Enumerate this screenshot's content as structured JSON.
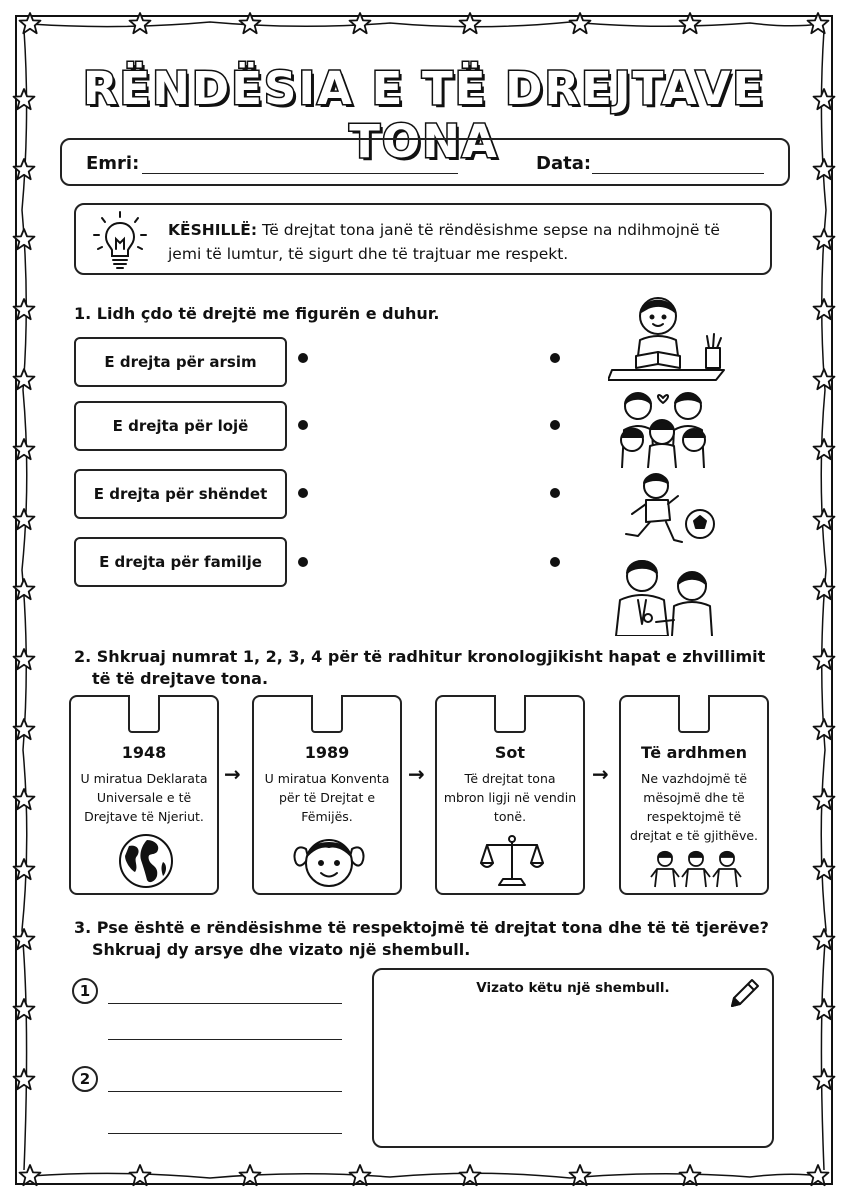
{
  "title": "RËNDËSIA E TË DREJTAVE TONA",
  "header": {
    "name_label": "Emri:",
    "date_label": "Data:"
  },
  "tip": {
    "label": "KËSHILLË:",
    "text": "Të drejtat tona janë të rëndësishme sepse na ndihmojnë të jemi të lumtur, të sigurt dhe të trajtuar me respekt.",
    "icon": "lightbulb-icon"
  },
  "q1": {
    "prompt": "1. Lidh çdo të drejtë me figurën e duhur.",
    "rights": [
      "E drejta për arsim",
      "E drejta për lojë",
      "E drejta për shëndet",
      "E drejta për familje"
    ],
    "pictures": [
      "child-studying-icon",
      "family-icon",
      "child-playing-football-icon",
      "doctor-child-icon"
    ]
  },
  "q2": {
    "prompt_line1": "2. Shkruaj numrat 1, 2, 3, 4 për të radhitur kronologjikisht hapat e zhvillimit",
    "prompt_line2": "të të drejtave tona.",
    "cards": [
      {
        "heading": "1948",
        "text": "U miratua Deklarata Universale e të Drejtave të Njeriut.",
        "icon": "globe-icon"
      },
      {
        "heading": "1989",
        "text": "U miratua Konventa për të Drejtat e Fëmijës.",
        "icon": "girl-face-icon"
      },
      {
        "heading": "Sot",
        "text": "Të drejtat tona mbron ligji në vendin tonë.",
        "icon": "scales-icon"
      },
      {
        "heading": "Të ardhmen",
        "text": "Ne vazhdojmë të mësojmë dhe të respektojmë të drejtat e të gjithëve.",
        "icon": "children-group-icon"
      }
    ]
  },
  "q3": {
    "prompt_line1": "3. Pse është e rëndësishme të respektojmë të drejtat tona dhe të të tjerëve?",
    "prompt_line2": "Shkruaj dy arsye dhe vizato një shembull.",
    "num1": "1",
    "num2": "2",
    "draw_label": "Vizato këtu një shembull.",
    "draw_icon": "pencil-icon"
  }
}
